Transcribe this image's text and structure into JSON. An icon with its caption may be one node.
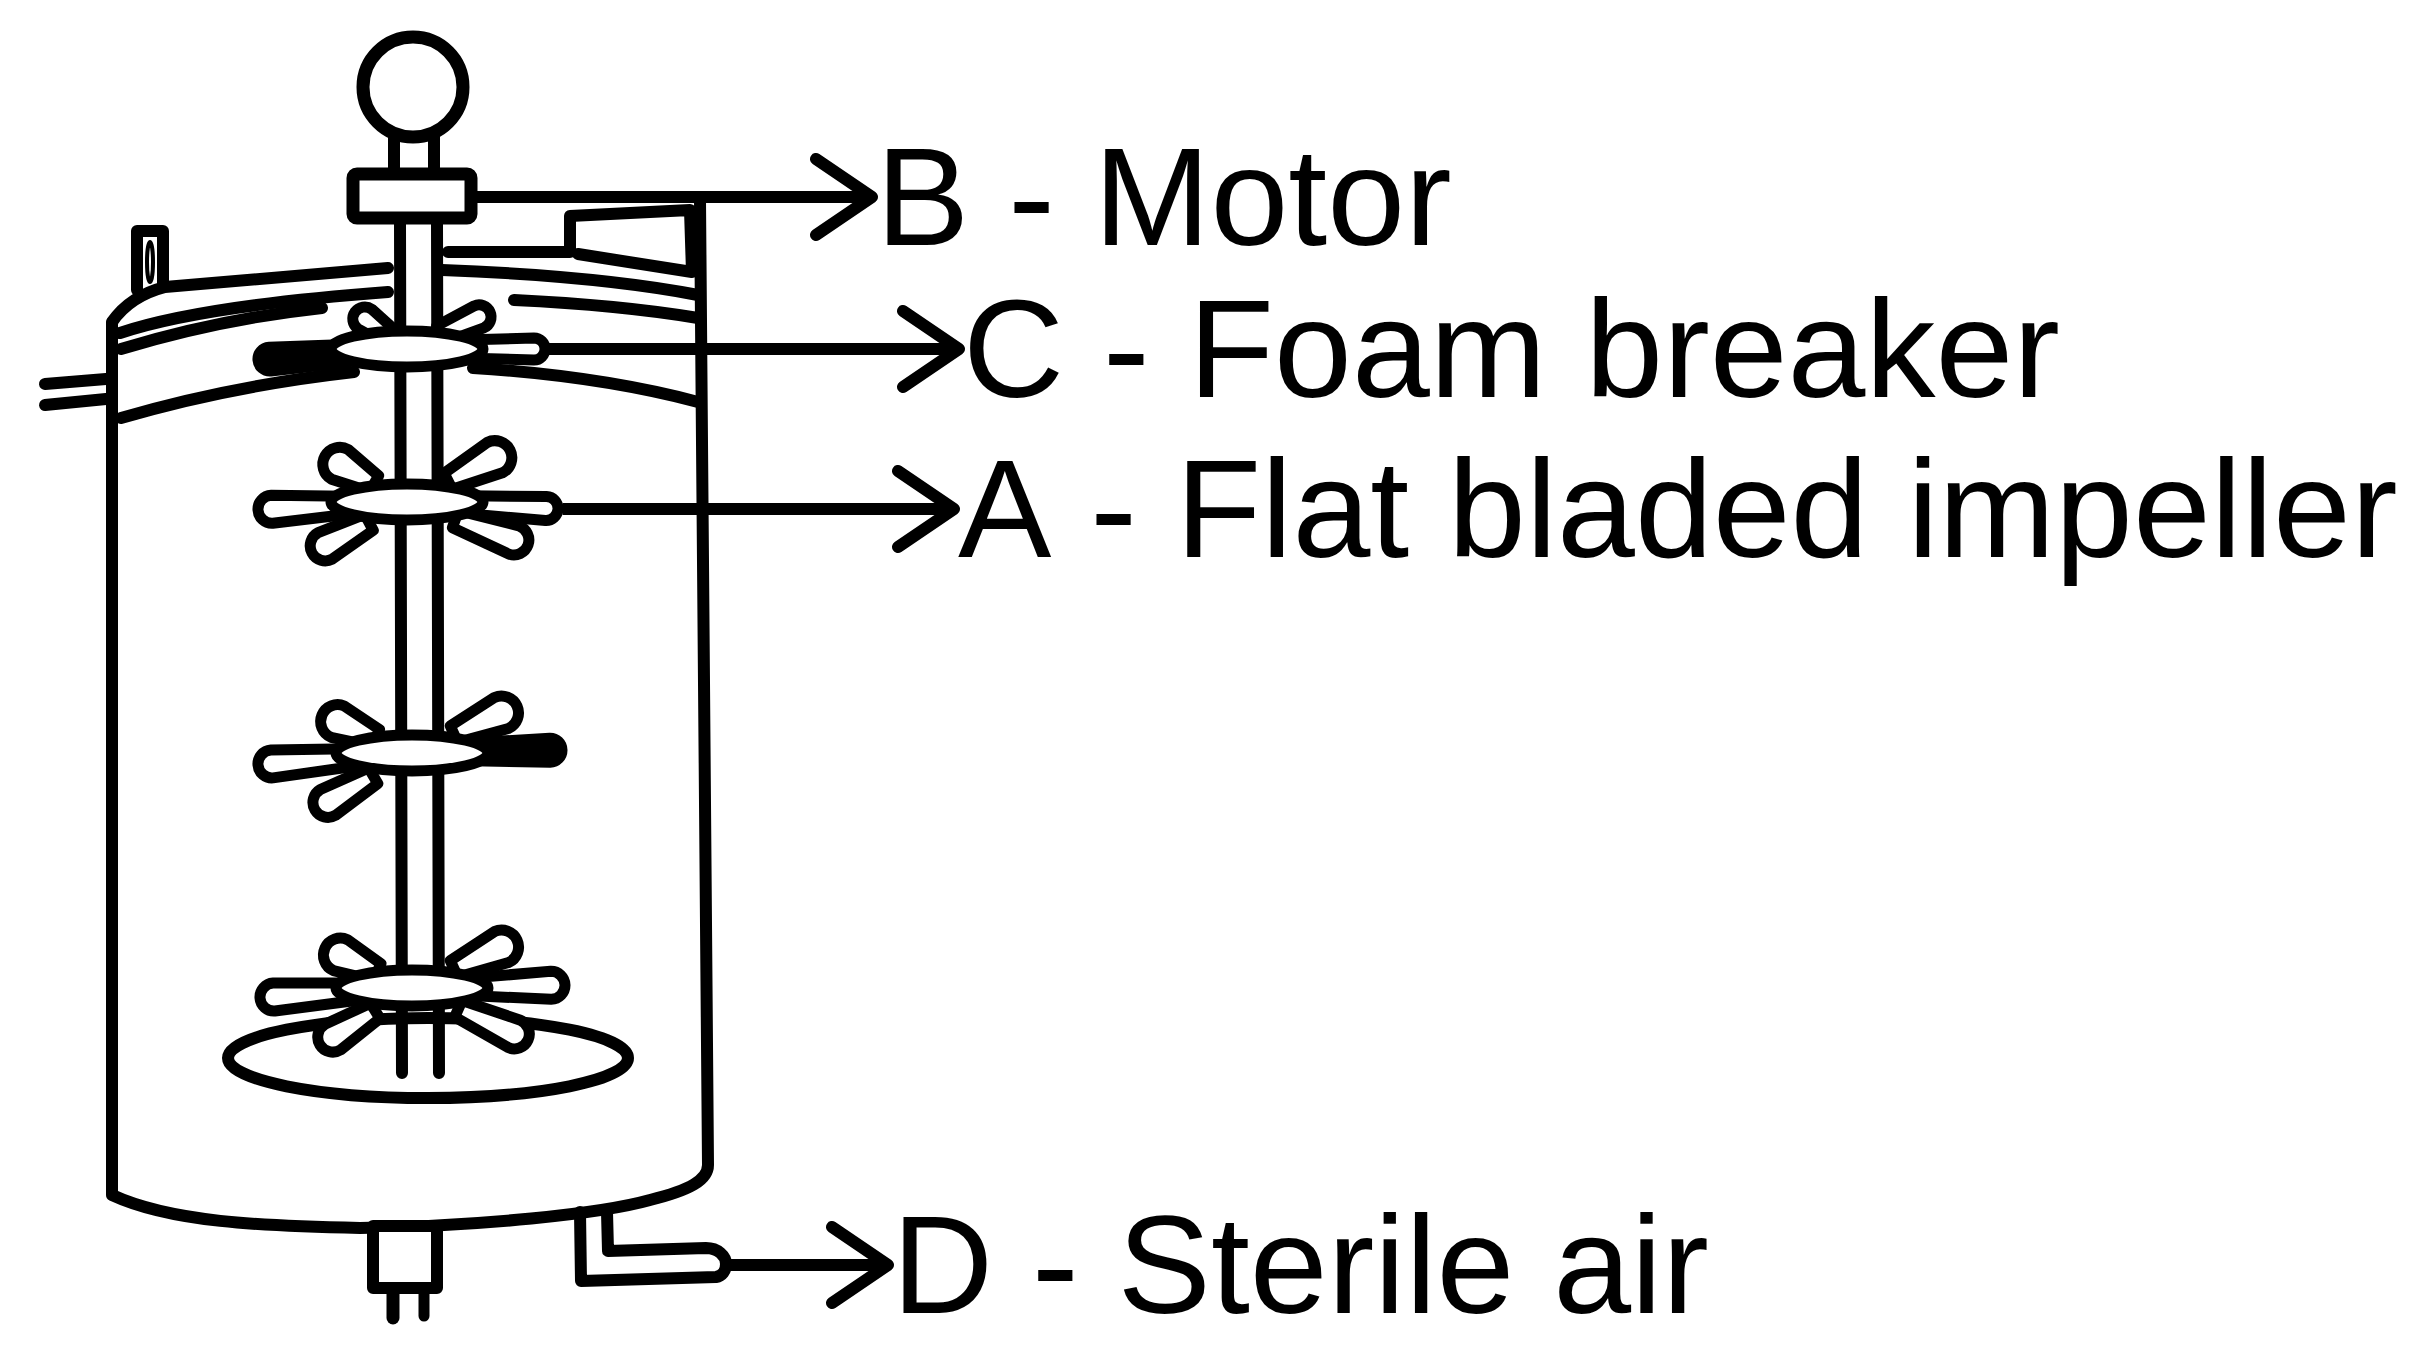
{
  "diagram": {
    "nodes": [
      {
        "text": [],
        "shape": "picture"
      },
      {
        "text": [
          "B - Motor"
        ]
      },
      {
        "text": [],
        "shape": "picture"
      },
      {
        "text": [
          "C - Foam breaker"
        ]
      },
      {
        "text": [],
        "shape": "picture"
      },
      {
        "text": [
          "A - Flat bladed impeller"
        ]
      },
      {
        "text": [],
        "shape": "picture"
      },
      {
        "text": [
          "D - Sterile air"
        ]
      }
    ],
    "edges": [
      {
        "from": 0,
        "to": 1,
        "arrow": "to"
      },
      {
        "from": 2,
        "to": 3,
        "arrow": "to"
      },
      {
        "from": 4,
        "to": 5,
        "arrow": "to"
      },
      {
        "from": 6,
        "to": 7,
        "arrow": "to"
      }
    ]
  }
}
